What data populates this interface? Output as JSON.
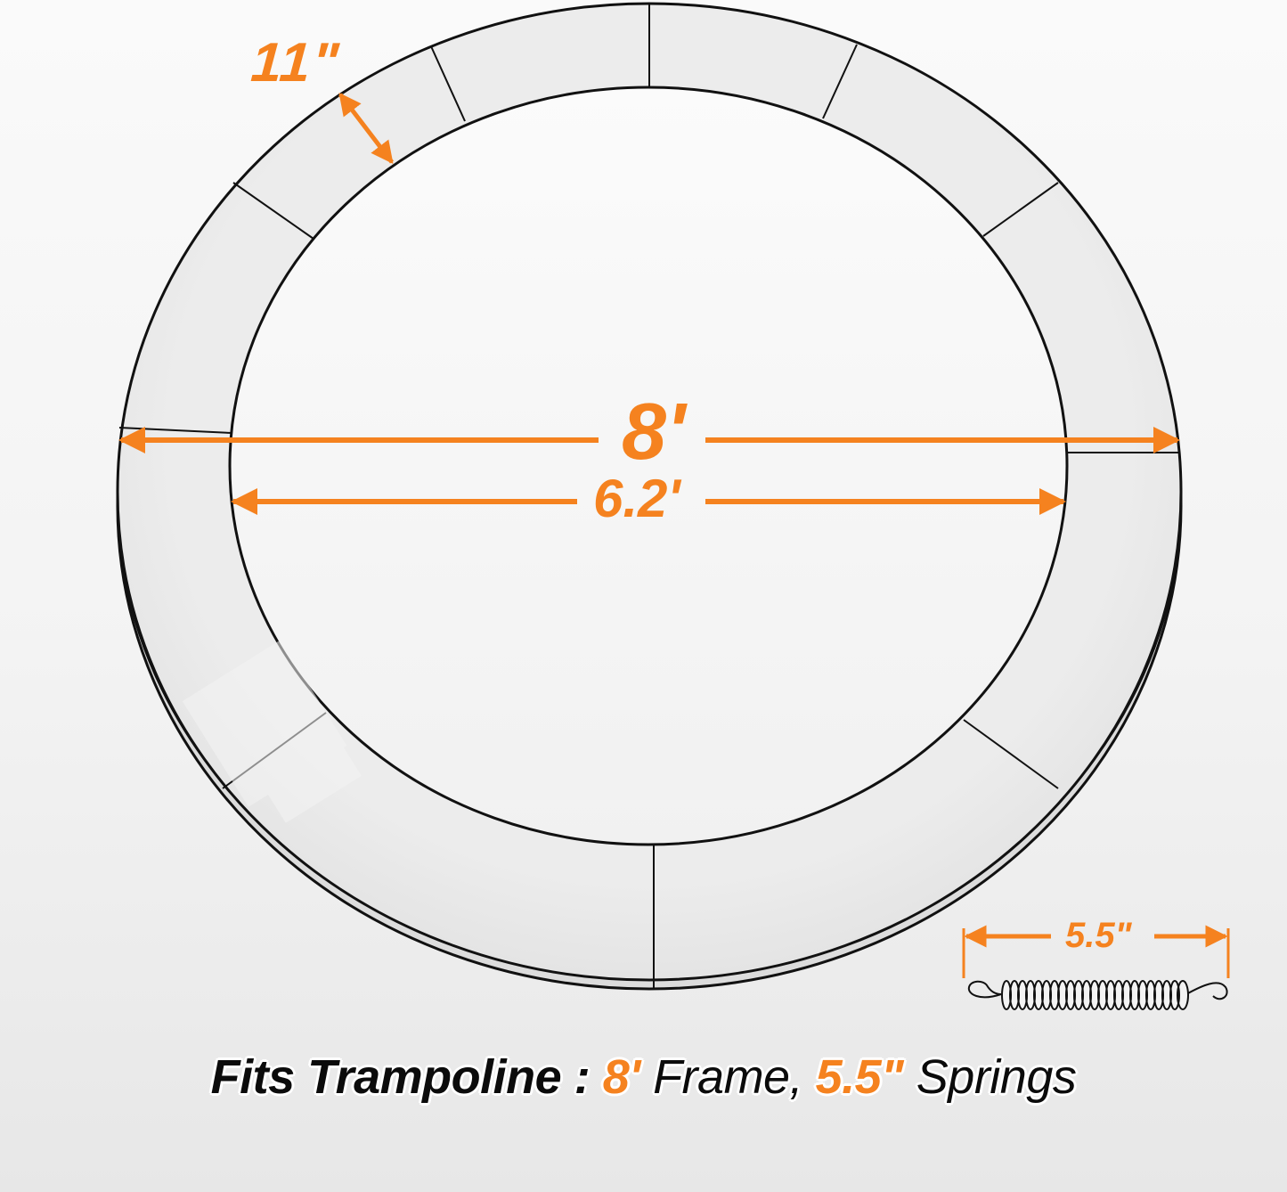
{
  "colors": {
    "accent": "#f5821f",
    "text": "#0b0b0b",
    "outline": "#111111",
    "pad_fill": "#e4e4e4",
    "pad_fill_light": "#ededed",
    "background": "#f3f3f3"
  },
  "dimensions": {
    "pad_width": "11\"",
    "outer_diameter": "8'",
    "inner_diameter": "6.2'",
    "spring_length": "5.5\""
  },
  "caption": {
    "prefix": "Fits Trampoline",
    "separator": " : ",
    "frame_value": "8'",
    "frame_label": " Frame, ",
    "spring_value": "5.5\"",
    "spring_label": " Springs"
  },
  "icons": {
    "spring": "spring-icon",
    "arrow": "double-arrow-icon"
  }
}
